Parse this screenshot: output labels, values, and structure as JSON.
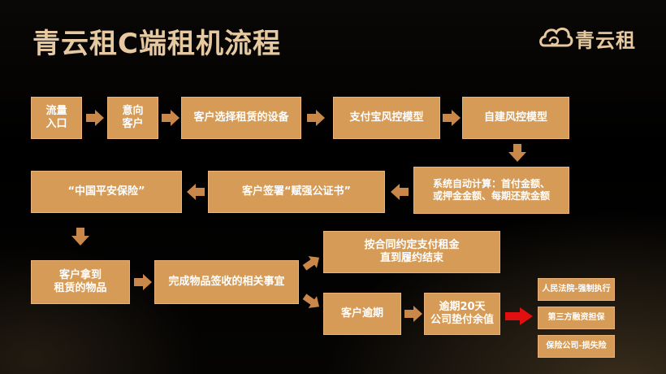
{
  "title": "青云租C端租机流程",
  "logo": {
    "text": "青云租"
  },
  "colors": {
    "box": "#d69b57",
    "arrow": "#c9884a",
    "alert_arrow": "#e01010",
    "title": "#e7c9a1"
  },
  "nodes": {
    "traffic_entry": [
      "流量",
      "入口"
    ],
    "intent_customer": [
      "意向",
      "客户"
    ],
    "select_device": "客户选择租赁的设备",
    "alipay_risk": "支付宝风控模型",
    "own_risk": "自建风控模型",
    "auto_calc": [
      "系统自动计算：首付金额、",
      "或押金金额、每期还款金额"
    ],
    "sign_certificate": "客户签署“赋强公证书”",
    "insurance": "“中国平安保险”",
    "receive_goods": [
      "客户拿到",
      "租赁的物品"
    ],
    "sign_receipt": "完成物品签收的相关事宜",
    "pay_rent": [
      "按合同约定支付租金",
      "直到履约结束"
    ],
    "overdue": "客户逾期",
    "advance_payment": [
      "逾期20天",
      "公司垫付余值"
    ],
    "court": "人民法院-强制执行",
    "third_party": "第三方融资担保",
    "insurance_loss": "保险公司-损失险"
  }
}
